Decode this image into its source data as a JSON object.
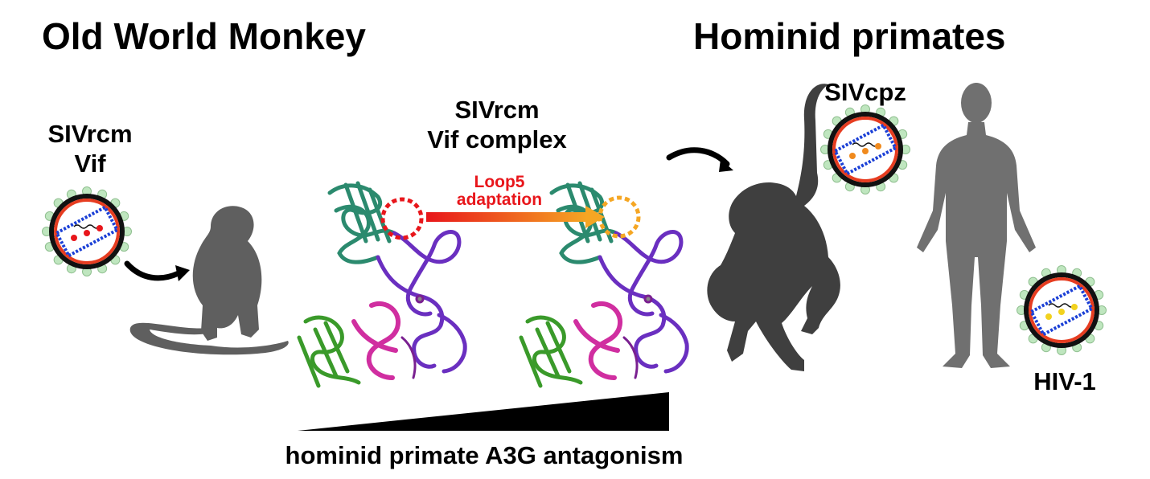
{
  "titles": {
    "left": "Old World Monkey",
    "right": "Hominid primates"
  },
  "labels": {
    "virus_left_line1": "SIVrcm",
    "virus_left_line2": "Vif",
    "complex_line1": "SIVrcm",
    "complex_line2": "Vif complex",
    "loop_line1": "Loop5",
    "loop_line2": "adaptation",
    "sivcpz": "SIVcpz",
    "hiv": "HIV-1",
    "gradient": "hominid primate A3G antagonism"
  },
  "colors": {
    "loop_text": "#e8161b",
    "arrow_start": "#e8161b",
    "arrow_end": "#f5a623",
    "silhouette_monkey": "#5f5f5f",
    "silhouette_chimp": "#3f3f3f",
    "silhouette_human": "#707070",
    "virion_membrane": "#e63c20",
    "virion_capsid": "#1a3fd6",
    "virion_spike": "#bfe6bf",
    "protein_teal": "#2b8a6e",
    "protein_purple": "#6a2fc0",
    "protein_magenta": "#d02ea0",
    "protein_green": "#3a9a2a"
  },
  "virions": [
    {
      "name": "sivrcm",
      "dot_color": "#e8161b"
    },
    {
      "name": "sivcpz",
      "dot_color": "#f08a1d"
    },
    {
      "name": "hiv-1",
      "dot_color": "#f2d21e"
    }
  ],
  "icons": [
    "monkey-silhouette",
    "chimpanzee-silhouette",
    "human-silhouette",
    "protein-structure",
    "curved-arrow",
    "virion"
  ]
}
